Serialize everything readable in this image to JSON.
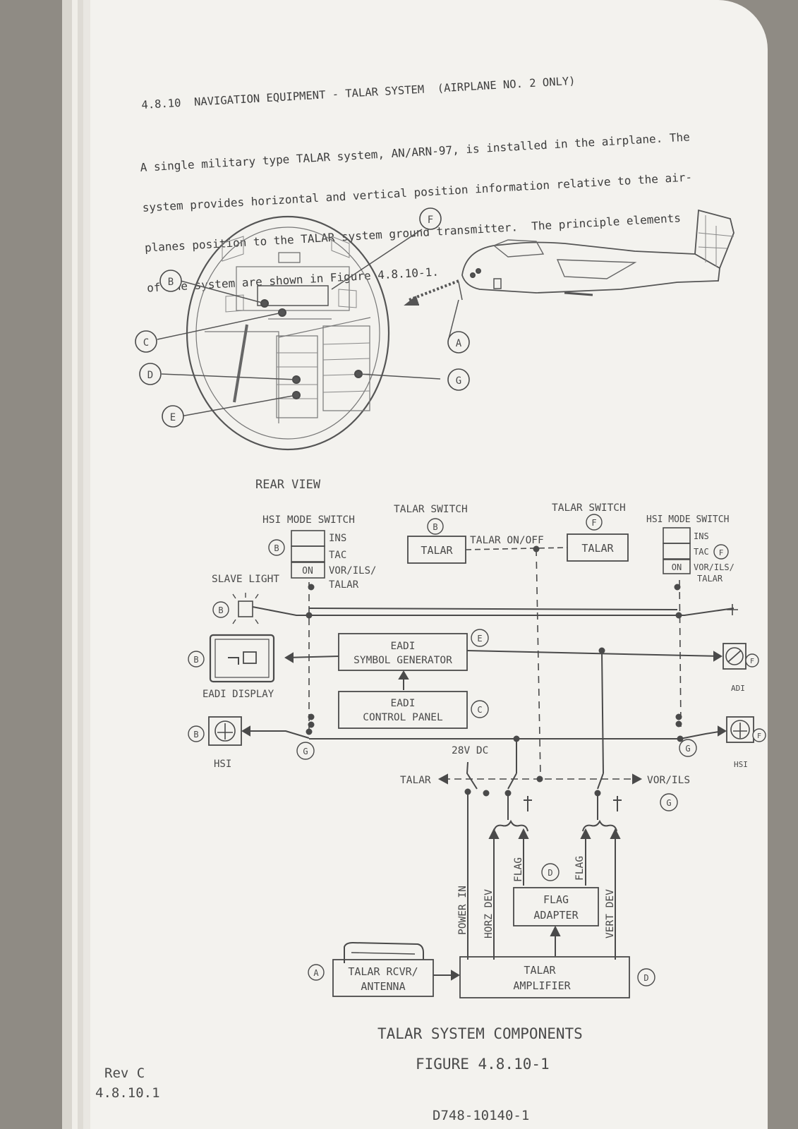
{
  "section": {
    "heading": "4.8.10  NAVIGATION EQUIPMENT - TALAR SYSTEM  (AIRPLANE NO. 2 ONLY)",
    "paragraph_lines": [
      "A single military type TALAR system, AN/ARN-97, is installed in the airplane. The",
      "system provides horizontal and vertical position information relative to the air-",
      "planes position to the TALAR system ground transmitter.  The principle elements",
      "of the system are shown in Figure 4.8.10-1."
    ]
  },
  "top_figure": {
    "callouts": [
      "A",
      "B",
      "C",
      "D",
      "E",
      "F",
      "G"
    ],
    "caption": "REAR VIEW"
  },
  "schematic": {
    "labels": {
      "hsi_mode_switch_left": "HSI MODE SWITCH",
      "hsi_mode_switch_right": "HSI MODE SWITCH",
      "talar_switch_left": "TALAR SWITCH",
      "talar_switch_right": "TALAR SWITCH",
      "talar_box_left": "TALAR",
      "talar_box_right": "TALAR",
      "talar_on_off": "TALAR ON/OFF",
      "ins": "INS",
      "tac": "TAC",
      "on": "ON",
      "vor_ils_talar_1": "VOR/ILS/",
      "vor_ils_talar_2": "TALAR",
      "slave_light": "SLAVE LIGHT",
      "eadi_display": "EADI DISPLAY",
      "eadi_symgen_1": "EADI",
      "eadi_symgen_2": "SYMBOL GENERATOR",
      "eadi_cp_1": "EADI",
      "eadi_cp_2": "CONTROL PANEL",
      "hsi": "HSI",
      "adi": "ADI",
      "dc28": "28V  DC",
      "talar_arrow": "TALAR",
      "vor_ils": "VOR/ILS",
      "power_in": "POWER IN",
      "horz_dev": "HORZ DEV",
      "flag": "FLAG",
      "vert_dev": "VERT DEV",
      "flag_adapter_1": "FLAG",
      "flag_adapter_2": "ADAPTER",
      "rcvr_1": "TALAR RCVR/",
      "rcvr_2": "ANTENNA",
      "amp_1": "TALAR",
      "amp_2": "AMPLIFIER"
    }
  },
  "figure": {
    "title": "TALAR SYSTEM COMPONENTS",
    "number": "FIGURE 4.8.10-1"
  },
  "footer": {
    "rev": "Rev C",
    "page": "4.8.10.1",
    "doc_number": "D748-10140-1"
  }
}
